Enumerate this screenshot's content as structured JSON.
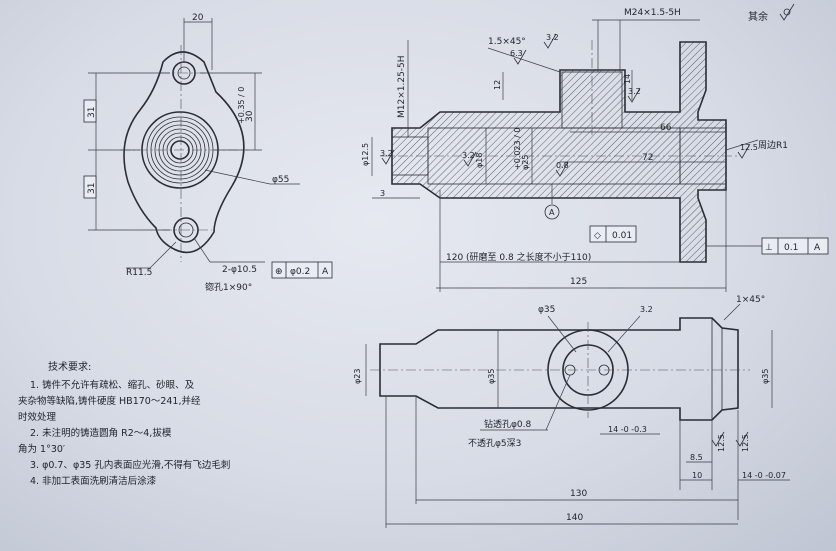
{
  "top_view": {
    "dims": {
      "width_20": "20",
      "h31_top": "31",
      "h31_bottom": "31",
      "dim_30": "30",
      "tol_30": "+0.35 / 0",
      "phi55": "φ55",
      "r115": "R11.5",
      "holes": "2-φ10.5",
      "countersink": "锪孔1×90°"
    },
    "position_tol": {
      "symbol": "⊕",
      "value": "φ0.2",
      "datum": "A"
    }
  },
  "section_view": {
    "thread_m24": "M24×1.5-5H",
    "chamfer": "1.5×45°",
    "thread_m12": "M12×1.25-5H",
    "dims": {
      "d12": "12",
      "d14": "14",
      "phi125": "φ12.5",
      "phi18": "φ18",
      "phi25": "φ25",
      "tol_25": "+0.023 / 0",
      "d66": "66",
      "d72": "72",
      "d3": "3",
      "d120": "120 (研磨至 0.8 之长度不小于110)",
      "d125": "125"
    },
    "rough": {
      "r63": "6.3",
      "r32": "3.2",
      "r08": "0.8",
      "r125": "12.5"
    },
    "edge_note": "周边R1",
    "datum_a": "A",
    "flatness": {
      "symbol": "◇",
      "value": "0.01"
    },
    "perpendicularity": {
      "symbol": "⊥",
      "value": "0.1",
      "datum": "A"
    }
  },
  "remaining_finish": "其余",
  "bottom_view": {
    "chamfer": "1×45°",
    "phi35_top": "φ35",
    "r32": "3.2",
    "phi23": "φ23",
    "phi35_mid": "φ35",
    "phi35_right": "φ35",
    "drill_through": "钻透孔φ0.8",
    "blind_hole": "不透孔φ5深3",
    "d14_tol": "14 -0 -0.3",
    "d85": "8.5",
    "d10": "10",
    "d14b": "14 -0 -0.07",
    "d130": "130",
    "d140": "140",
    "r125": "12.5"
  },
  "notes": {
    "title": "技术要求:",
    "lines": [
      "1. 铸件不允许有疏松、缩孔、砂眼、及",
      "夹杂物等缺陷,铸件硬度 HB170～241,并经",
      "时效处理",
      "2. 未注明的铸造圆角 R2～4,拔模",
      "角为 1°30′",
      "3. φ0.7、φ35 孔内表面应光滑,不得有飞边毛刺",
      "4. 非加工表面洗刷清洁后涂漆"
    ]
  }
}
